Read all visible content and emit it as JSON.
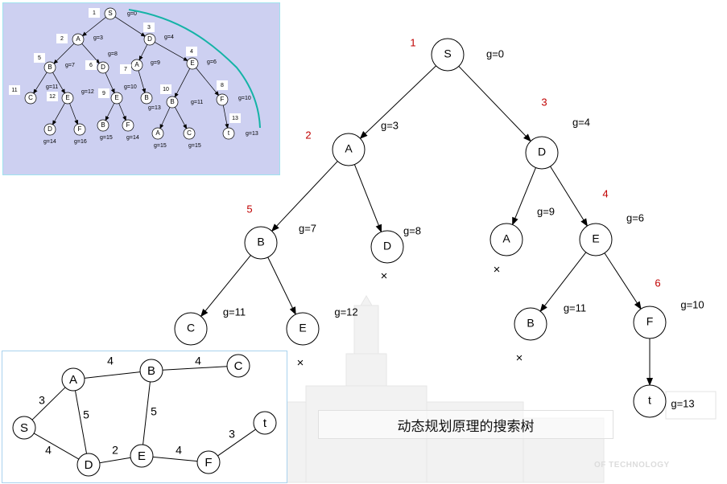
{
  "caption": "动态规划原理的搜索树",
  "watermark": "OF TECHNOLOGY",
  "main_tree": {
    "nodes": [
      {
        "id": "S",
        "label": "S",
        "g": "g=0",
        "order": "1"
      },
      {
        "id": "A",
        "label": "A",
        "g": "g=3",
        "order": "2"
      },
      {
        "id": "D",
        "label": "D",
        "g": "g=4",
        "order": "3"
      },
      {
        "id": "B1",
        "label": "B",
        "g": "g=7",
        "order": "5"
      },
      {
        "id": "D2",
        "label": "D",
        "g": "g=8",
        "order": "",
        "pruned": true
      },
      {
        "id": "A2",
        "label": "A",
        "g": "g=9",
        "order": "",
        "pruned": true
      },
      {
        "id": "E1",
        "label": "E",
        "g": "g=6",
        "order": "4"
      },
      {
        "id": "C",
        "label": "C",
        "g": "g=11",
        "order": ""
      },
      {
        "id": "E2",
        "label": "E",
        "g": "g=12",
        "order": "",
        "pruned": true
      },
      {
        "id": "B2",
        "label": "B",
        "g": "g=11",
        "order": "",
        "pruned": true
      },
      {
        "id": "F",
        "label": "F",
        "g": "g=10",
        "order": "6"
      },
      {
        "id": "t",
        "label": "t",
        "g": "g=13",
        "order": ""
      }
    ],
    "edges": [
      [
        "S",
        "A"
      ],
      [
        "S",
        "D"
      ],
      [
        "A",
        "B1"
      ],
      [
        "A",
        "D2"
      ],
      [
        "D",
        "A2"
      ],
      [
        "D",
        "E1"
      ],
      [
        "B1",
        "C"
      ],
      [
        "B1",
        "E2"
      ],
      [
        "E1",
        "B2"
      ],
      [
        "E1",
        "F"
      ],
      [
        "F",
        "t"
      ]
    ],
    "prune_mark": "×"
  },
  "inset_tree": {
    "nodes": [
      {
        "id": "S",
        "label": "S",
        "g": "g=0",
        "order": "1"
      },
      {
        "id": "A",
        "label": "A",
        "g": "g=3",
        "order": "2"
      },
      {
        "id": "D",
        "label": "D",
        "g": "g=4",
        "order": "3"
      },
      {
        "id": "B",
        "label": "B",
        "g": "g=7",
        "order": "5"
      },
      {
        "id": "D2",
        "label": "D",
        "g": "g=8",
        "order": "6"
      },
      {
        "id": "A2",
        "label": "A",
        "g": "g=9",
        "order": "7"
      },
      {
        "id": "E",
        "label": "E",
        "g": "g=6",
        "order": "4"
      },
      {
        "id": "C",
        "label": "C",
        "g": "g=11",
        "order": "11"
      },
      {
        "id": "E2",
        "label": "E",
        "g": "g=12",
        "order": "12"
      },
      {
        "id": "E3",
        "label": "E",
        "g": "g=10",
        "order": "9"
      },
      {
        "id": "B2",
        "label": "B",
        "g": "g=13",
        "order": ""
      },
      {
        "id": "B3",
        "label": "B",
        "g": "g=11",
        "order": "10"
      },
      {
        "id": "F",
        "label": "F",
        "g": "g=10",
        "order": "8"
      },
      {
        "id": "Dl",
        "label": "D",
        "g": "g=14",
        "order": ""
      },
      {
        "id": "Fl",
        "label": "F",
        "g": "g=16",
        "order": ""
      },
      {
        "id": "Bl",
        "label": "B",
        "g": "g=15",
        "order": ""
      },
      {
        "id": "Fl2",
        "label": "F",
        "g": "g=14",
        "order": ""
      },
      {
        "id": "Al",
        "label": "A",
        "g": "g=15",
        "order": ""
      },
      {
        "id": "Cl",
        "label": "C",
        "g": "g=15",
        "order": ""
      },
      {
        "id": "t",
        "label": "t",
        "g": "g=13",
        "order": "13"
      }
    ],
    "edges": [
      [
        "S",
        "A"
      ],
      [
        "S",
        "D"
      ],
      [
        "A",
        "B"
      ],
      [
        "A",
        "D2"
      ],
      [
        "D",
        "A2"
      ],
      [
        "D",
        "E"
      ],
      [
        "B",
        "C"
      ],
      [
        "B",
        "E2"
      ],
      [
        "D2",
        "E3"
      ],
      [
        "A2",
        "B2"
      ],
      [
        "E",
        "B3"
      ],
      [
        "E",
        "F"
      ],
      [
        "E2",
        "Dl"
      ],
      [
        "E2",
        "Fl"
      ],
      [
        "E3",
        "Bl"
      ],
      [
        "E3",
        "Fl2"
      ],
      [
        "B3",
        "Al"
      ],
      [
        "B3",
        "Cl"
      ],
      [
        "F",
        "t"
      ]
    ]
  },
  "graph": {
    "nodes": [
      {
        "id": "S",
        "label": "S"
      },
      {
        "id": "A",
        "label": "A"
      },
      {
        "id": "B",
        "label": "B"
      },
      {
        "id": "C",
        "label": "C"
      },
      {
        "id": "D",
        "label": "D"
      },
      {
        "id": "E",
        "label": "E"
      },
      {
        "id": "F",
        "label": "F"
      },
      {
        "id": "t",
        "label": "t"
      }
    ],
    "edges": [
      {
        "from": "S",
        "to": "A",
        "w": "3"
      },
      {
        "from": "S",
        "to": "D",
        "w": "4"
      },
      {
        "from": "A",
        "to": "B",
        "w": "4"
      },
      {
        "from": "B",
        "to": "C",
        "w": "4"
      },
      {
        "from": "A",
        "to": "D",
        "w": "5"
      },
      {
        "from": "B",
        "to": "E",
        "w": "5"
      },
      {
        "from": "D",
        "to": "E",
        "w": "2"
      },
      {
        "from": "E",
        "to": "F",
        "w": "4"
      },
      {
        "from": "F",
        "to": "t",
        "w": "3"
      }
    ]
  },
  "colors": {
    "order_label": "#c00000",
    "inset_bg": "#cdd0f1",
    "arc": "#14b3a6",
    "edge": "#000000"
  }
}
